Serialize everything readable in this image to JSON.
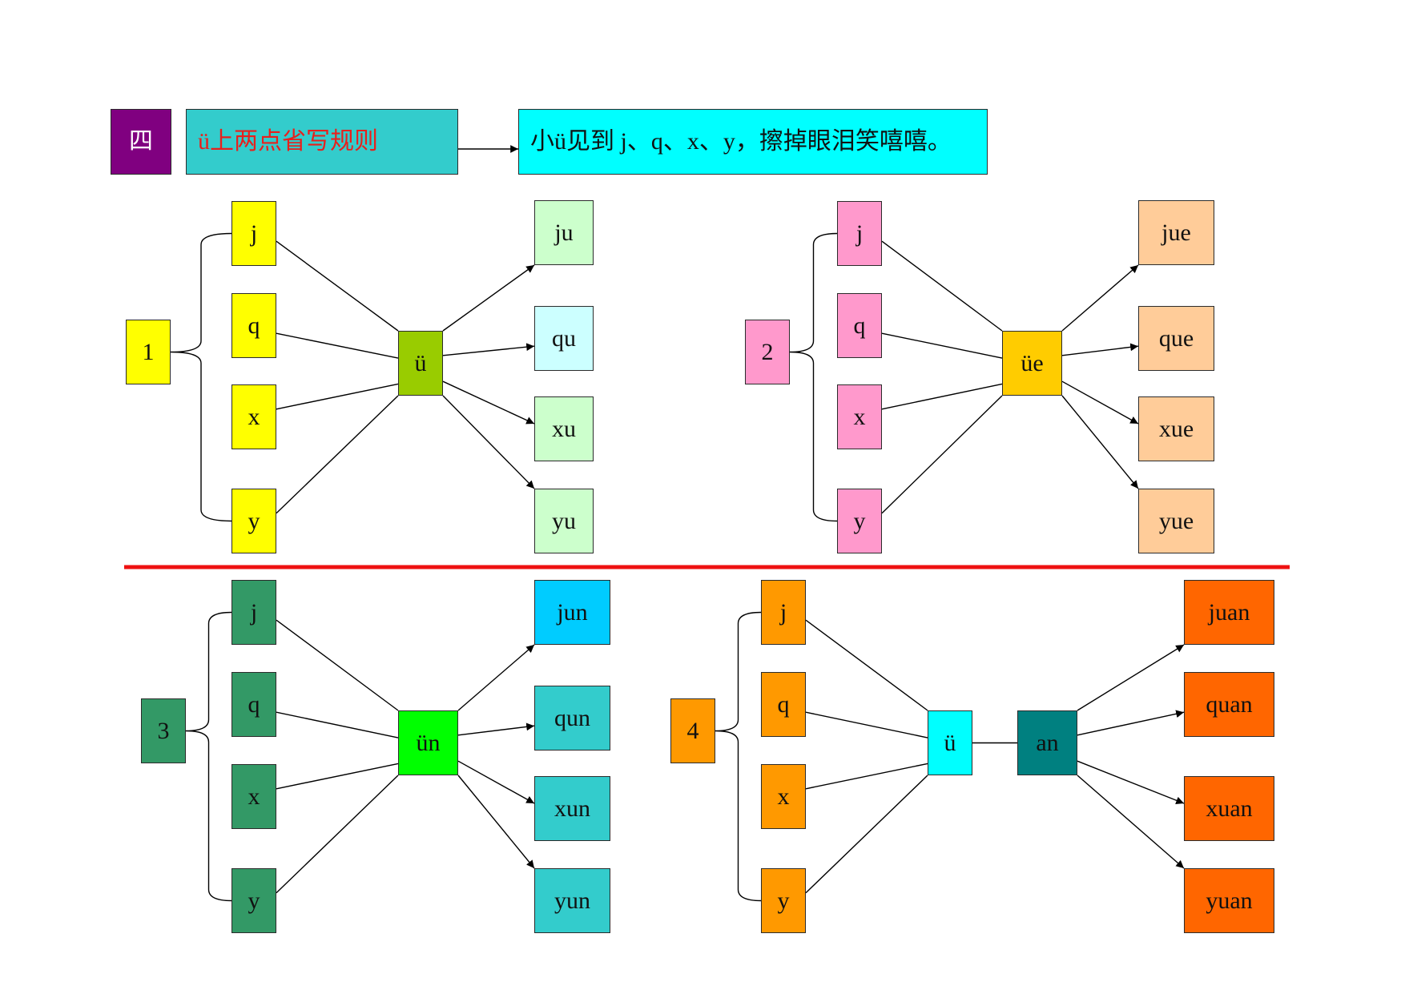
{
  "header": {
    "number_label": "四",
    "title": "ü上两点省写规则",
    "rule": "小ü见到 j、q、x、y，擦掉眼泪笑嘻嘻。",
    "colors": {
      "number_bg": "#800080",
      "title_bg": "#33CCCC",
      "title_text": "#E8201C",
      "rule_bg": "#00FFFF"
    }
  },
  "divider_color": "#EE1111",
  "groups": [
    {
      "id": "group-1",
      "number": "1",
      "initials": [
        "j",
        "q",
        "x",
        "y"
      ],
      "center": "ü",
      "results": [
        "ju",
        "qu",
        "xu",
        "yu"
      ],
      "colors": {
        "initial": "#FFFF00",
        "center": "#99CC00",
        "results": [
          "#CCFFCC",
          "#CCFFFF",
          "#CCFFCC",
          "#CCFFCC"
        ]
      }
    },
    {
      "id": "group-2",
      "number": "2",
      "initials": [
        "j",
        "q",
        "x",
        "y"
      ],
      "center": "üe",
      "results": [
        "jue",
        "que",
        "xue",
        "yue"
      ],
      "colors": {
        "initial": "#FF99CC",
        "center": "#FFCC00",
        "results": [
          "#FFCC99",
          "#FFCC99",
          "#FFCC99",
          "#FFCC99"
        ]
      }
    },
    {
      "id": "group-3",
      "number": "3",
      "initials": [
        "j",
        "q",
        "x",
        "y"
      ],
      "center": "ün",
      "results": [
        "jun",
        "qun",
        "xun",
        "yun"
      ],
      "colors": {
        "initial": "#339966",
        "center": "#00FF00",
        "results": [
          "#00CCFF",
          "#33CCCC",
          "#33CCCC",
          "#33CCCC"
        ]
      }
    },
    {
      "id": "group-4",
      "number": "4",
      "initials": [
        "j",
        "q",
        "x",
        "y"
      ],
      "center": "ü",
      "connector": "an",
      "results": [
        "juan",
        "quan",
        "xuan",
        "yuan"
      ],
      "colors": {
        "initial": "#FF9900",
        "center": "#00FFFF",
        "connector": "#008080",
        "results": [
          "#FF6600",
          "#FF6600",
          "#FF6600",
          "#FF6600"
        ]
      }
    }
  ]
}
